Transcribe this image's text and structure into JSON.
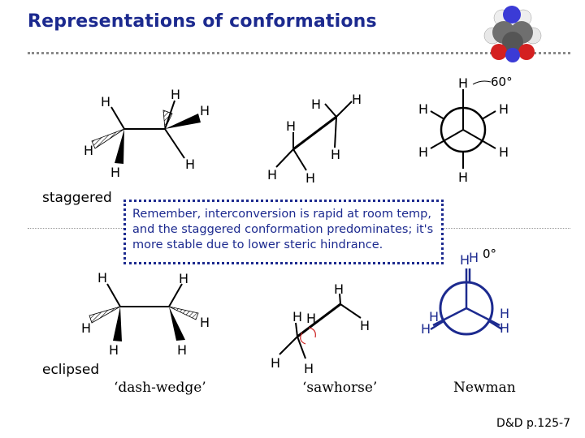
{
  "title": "Representations of conformations",
  "labels": {
    "staggered": "staggered",
    "eclipsed": "eclipsed"
  },
  "note": "Remember, interconversion is rapid at room temp, and the staggered conformation predominates; it's more stable due to lower steric hindrance.",
  "captions": {
    "dash_wedge": "‘dash-wedge’",
    "sawhorse": "‘sawhorse’",
    "newman": "Newman"
  },
  "angles": {
    "staggered": "60°",
    "eclipsed": "0°"
  },
  "atom_label": "H",
  "citation": "D&D p.125-7",
  "colors": {
    "title": "#1c2a8f",
    "note": "#1c2a8f",
    "newman_eclipsed": "#1c2a8f",
    "sawhorse_arrow": "#cc2222"
  }
}
